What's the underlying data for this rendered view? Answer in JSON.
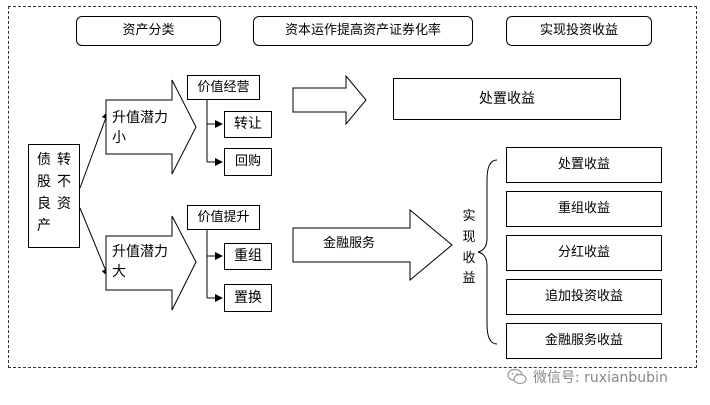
{
  "header": {
    "category_label": "资产分类",
    "method_label": "资本运作提高资产证券化率",
    "return_label": "实现投资收益"
  },
  "left": {
    "source_chars": [
      "债",
      "转",
      "股",
      "不",
      "良",
      "资",
      "产"
    ]
  },
  "branches": {
    "small": {
      "label": "升值潜力小",
      "sub_title": "价值经营",
      "items": [
        "转让",
        "回购"
      ]
    },
    "large": {
      "label": "升值潜力大",
      "sub_title": "价值提升",
      "items": [
        "重组",
        "置换"
      ]
    }
  },
  "arrows": {
    "financial_service_label": "金融服务"
  },
  "results": {
    "disposal_top": "处置收益",
    "realize_chars": [
      "实",
      "现",
      "收",
      "益"
    ],
    "list": [
      "处置收益",
      "重组收益",
      "分红收益",
      "追加投资收益",
      "金融服务收益"
    ]
  },
  "watermark": {
    "text": "微信号: ruxianbubin"
  }
}
